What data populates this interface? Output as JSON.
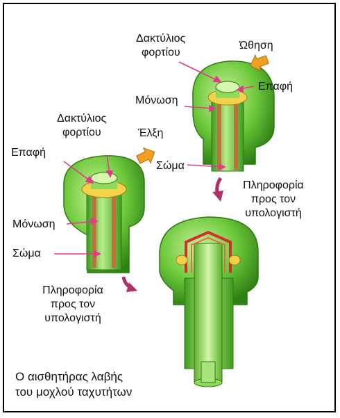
{
  "labels": {
    "top_ring": [
      "Δακτύλιος",
      "φορτίου"
    ],
    "top_push": "Ώθηση",
    "top_contact": "Επαφή",
    "top_insulation": "Μόνωση",
    "top_body": "Σώμα",
    "top_info": [
      "Πληροφορία",
      "προς τον",
      "υπολογιστή"
    ],
    "left_ring": [
      "Δακτύλιος",
      "φορτίου"
    ],
    "left_pull": "Έλξη",
    "left_contact": "Επαφή",
    "left_insulation": "Μόνωση",
    "left_body": "Σώμα",
    "left_info": [
      "Πληροφορία",
      "προς τον",
      "υπολογιστή"
    ]
  },
  "caption": [
    "Ο αισθητήρας λαβής",
    "του μοχλού ταχυτήτων"
  ],
  "colors": {
    "green_dark": "#3f9a1e",
    "green": "#6cc83a",
    "green_light": "#b6ec86",
    "arrow_magenta": "#e8368f",
    "arrow_orange": "#f0a020",
    "ring_yellow": "#f3d24a",
    "copper": "#c0703a"
  }
}
